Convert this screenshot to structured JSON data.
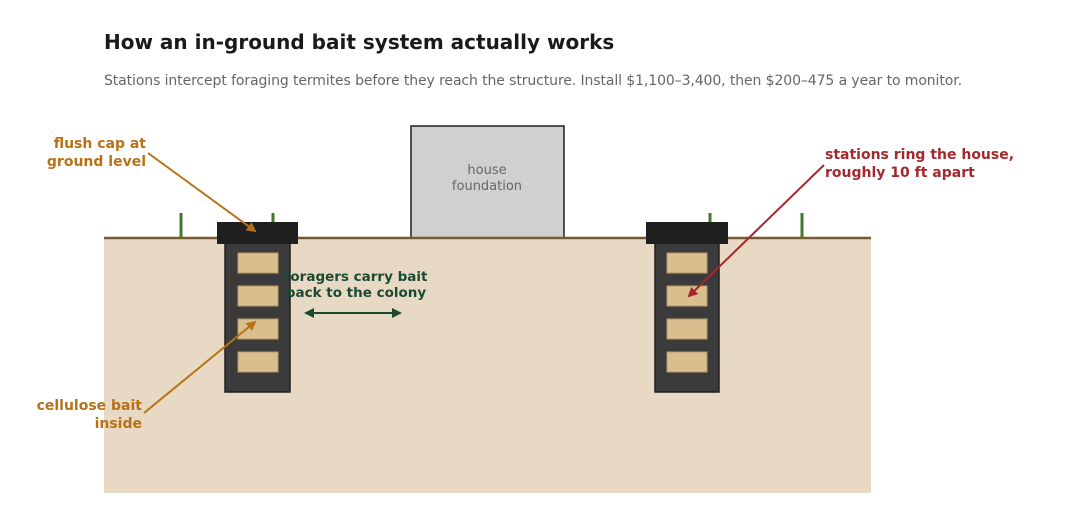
{
  "header": {
    "title": "How an in-ground bait system actually works",
    "subtitle": "Stations intercept foraging termites before they reach the structure. Install $1,100–3,400, then $200–475 a year to monitor."
  },
  "labels": {
    "house_line1": "house",
    "house_line2": "foundation",
    "cap_line1": "flush cap at",
    "cap_line2": "ground level",
    "bait_line1": "cellulose bait",
    "bait_line2": "inside",
    "ring_line1": "stations ring the house,",
    "ring_line2": "roughly 10 ft apart",
    "forager_line1": "foragers carry bait",
    "forager_line2": "back to the colony"
  },
  "colors": {
    "soil": "#e8d9c5",
    "ground_line": "#7a5a32",
    "grass": "#3f7a2c",
    "station_body": "#3b3b3b",
    "station_cap": "#1f1f1f",
    "bait_block": "#dbbe8e",
    "house_fill": "#d0d0d0",
    "annotation_orange": "#b87216",
    "annotation_red": "#a4282c",
    "annotation_green": "#1b4a33"
  }
}
